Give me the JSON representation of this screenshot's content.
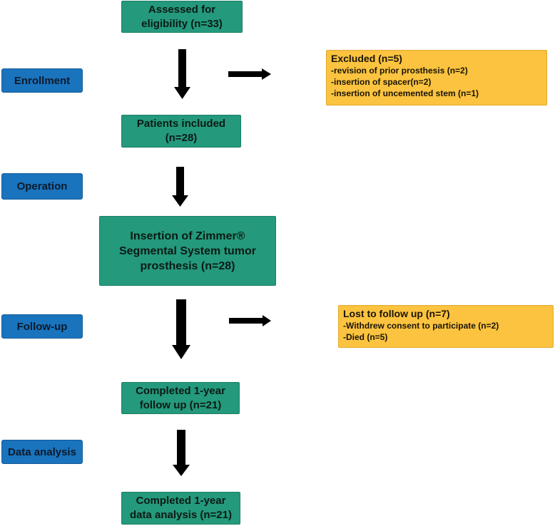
{
  "stages": {
    "enrollment": "Enrollment",
    "operation": "Operation",
    "followup": "Follow-up",
    "analysis": "Data analysis"
  },
  "boxes": {
    "assessed": [
      "Assessed for",
      "eligibility (n=33)"
    ],
    "included": [
      "Patients included",
      "(n=28)"
    ],
    "insertion": [
      "Insertion of Zimmer®",
      "Segmental System tumor",
      "prosthesis  (n=28)"
    ],
    "completed_followup": [
      "Completed 1-year",
      "follow up (n=21)"
    ],
    "completed_analysis": [
      "Completed 1-year",
      "data analysis (n=21)"
    ]
  },
  "excluded": {
    "title": "Excluded (n=5)",
    "items": [
      "-revision of prior prosthesis (n=2)",
      "-insertion of spacer(n=2)",
      "-insertion of uncemented stem (n=1)"
    ]
  },
  "lost": {
    "title": "Lost to follow up (n=7)",
    "items": [
      "-Withdrew consent to participate (n=2)",
      "-Died (n=5)"
    ]
  },
  "colors": {
    "box": "#24997c",
    "stage": "#1a73bd",
    "note": "#fbc33f",
    "arrow": "#000000"
  }
}
